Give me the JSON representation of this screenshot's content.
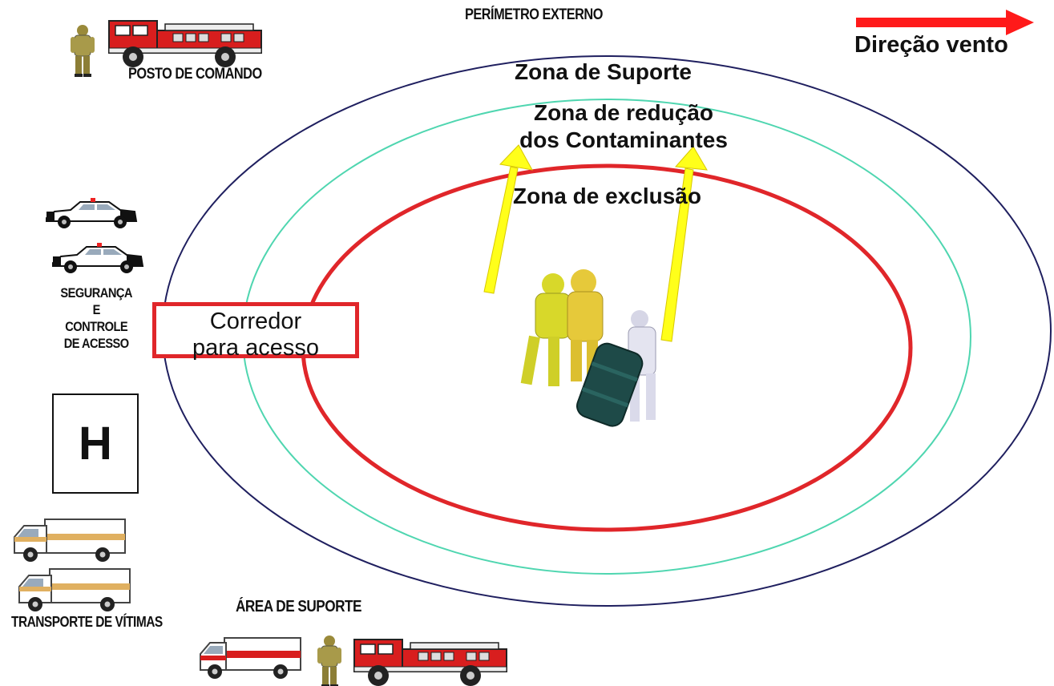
{
  "labels": {
    "outer_perimeter": "PERÍMETRO EXTERNO",
    "wind_direction": "Direção vento",
    "command_post": "POSTO DE COMANDO",
    "support_zone": "Zona de Suporte",
    "reduction_zone_line1": "Zona de redução",
    "reduction_zone_line2": "dos Contaminantes",
    "exclusion_zone": "Zona de exclusão",
    "corridor_line1": "Corredor",
    "corridor_line2": "para acesso",
    "security_line1": "SEGURANÇA",
    "security_line2": "E",
    "security_line3": "CONTROLE",
    "security_line4": "DE ACESSO",
    "helipad": "H",
    "victim_transport": "TRANSPORTE DE VÍTIMAS",
    "support_area": "ÁREA DE SUPORTE"
  },
  "icons": [
    "firefighter-icon",
    "fire-truck-icon",
    "police-car-icon",
    "helipad-icon",
    "ambulance-icon",
    "hazmat-team-icon",
    "wind-arrow-icon",
    "upward-arrow-icon"
  ],
  "colors": {
    "outer_ellipse": "#1f1f5f",
    "middle_ellipse": "#4fd6b0",
    "inner_ellipse": "#e0262a",
    "wind_arrow": "#ff1a1a",
    "yellow_arrows": "#ffff1a",
    "corridor_border": "#e0262a"
  }
}
